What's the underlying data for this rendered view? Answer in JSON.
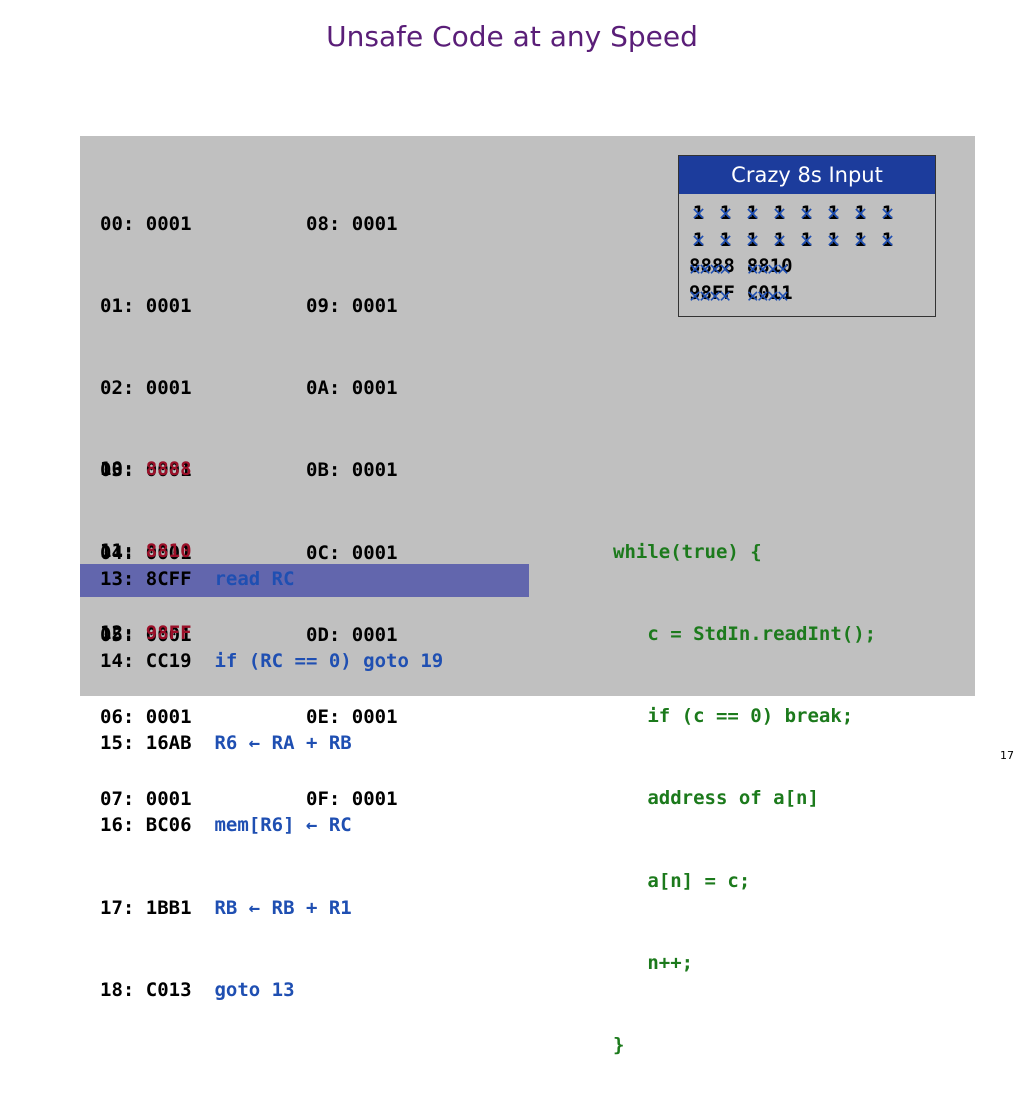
{
  "title": "Unsafe Code at any Speed",
  "memory_left": [
    {
      "addr": "00:",
      "val": "0001"
    },
    {
      "addr": "01:",
      "val": "0001"
    },
    {
      "addr": "02:",
      "val": "0001"
    },
    {
      "addr": "03:",
      "val": "0001"
    },
    {
      "addr": "04:",
      "val": "0001"
    },
    {
      "addr": "05:",
      "val": "0001"
    },
    {
      "addr": "06:",
      "val": "0001"
    },
    {
      "addr": "07:",
      "val": "0001"
    }
  ],
  "memory_right": [
    {
      "addr": "08:",
      "val": "0001"
    },
    {
      "addr": "09:",
      "val": "0001"
    },
    {
      "addr": "0A:",
      "val": "0001"
    },
    {
      "addr": "0B:",
      "val": "0001"
    },
    {
      "addr": "0C:",
      "val": "0001"
    },
    {
      "addr": "0D:",
      "val": "0001"
    },
    {
      "addr": "0E:",
      "val": "0001"
    },
    {
      "addr": "0F:",
      "val": "0001"
    }
  ],
  "data_words": [
    {
      "addr": "10:",
      "val": "8888"
    },
    {
      "addr": "11:",
      "val": "8810"
    },
    {
      "addr": "12:",
      "val": "98FF"
    }
  ],
  "program": [
    {
      "addr": "13:",
      "val": "8CFF",
      "instr": "read RC"
    },
    {
      "addr": "14:",
      "val": "CC19",
      "instr": "if (RC == 0) goto 19"
    },
    {
      "addr": "15:",
      "val": "16AB",
      "instr": "R6 ← RA + RB"
    },
    {
      "addr": "16:",
      "val": "BC06",
      "instr": "mem[R6] ← RC"
    },
    {
      "addr": "17:",
      "val": "1BB1",
      "instr": "RB ← RB + R1"
    },
    {
      "addr": "18:",
      "val": "C013",
      "instr": "goto 13"
    }
  ],
  "highlighted_line": "15:",
  "code_lines": [
    "while(true) {",
    "   c = StdIn.readInt();",
    "   if (c == 0) break;",
    "   address of a[n]",
    "   a[n] = c;",
    "   n++;",
    "}"
  ],
  "input_box": {
    "header": "Crazy 8s Input",
    "row1": [
      "1",
      "1",
      "1",
      "1",
      "1",
      "1",
      "1",
      "1"
    ],
    "row2": [
      "1",
      "1",
      "1",
      "1",
      "1",
      "1",
      "1",
      "1"
    ],
    "row3": [
      "8888",
      "8810"
    ],
    "row4": [
      "98FF",
      "C011"
    ]
  },
  "colors": {
    "title": "#5a1e78",
    "data_value": "#9b1029",
    "instruction": "#1f4fb2",
    "code": "#1c7a1c",
    "highlight": "#6266ad",
    "box_header": "#1c3c9c"
  },
  "page_number": "17"
}
